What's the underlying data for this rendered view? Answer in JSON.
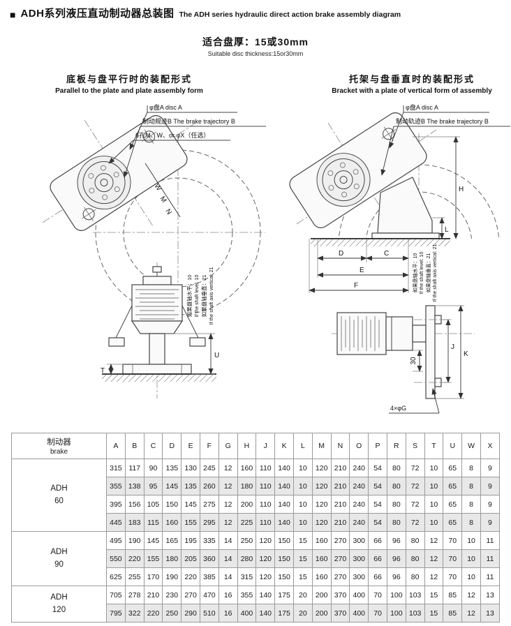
{
  "header": {
    "bullet": "■",
    "title_zh": "ADH系列液压直动制动器总装图",
    "title_en": "The ADH series hydraulic direct action brake assembly diagram"
  },
  "subtitle": {
    "zh": "适合盘厚：15或30mm",
    "en": "Suitable disc thickness:15or30mm"
  },
  "left": {
    "heading_zh": "底板与盘平行时的装配形式",
    "heading_en": "Parallel to the plate and plate assembly form",
    "label_disc": "φ盘A  disc A",
    "label_traj": "制动规迹B The brake trajectory B",
    "label_holes": "6孔M、W、or φX（任选）",
    "note_zh_1": "如果盘轴水平：10",
    "note_en_1": "If the shaft level: 10",
    "note_zh_2": "如果盘轴垂直：21",
    "note_en_2": "If the shaft axis vertical: 21",
    "dims": {
      "w": "W",
      "m": "M",
      "n": "N",
      "u": "U",
      "t": "T"
    }
  },
  "right": {
    "heading_zh": "托架与盘垂直时的装配形式",
    "heading_en": "Bracket with a plate of vertical form of assembly",
    "label_disc": "φ盘A  disc A",
    "label_traj": "制动轨迹B  The brake trajectory B",
    "note_zh_1": "如果盘轴水平：10",
    "note_en_1": "If the shaft level: 10",
    "note_zh_2": "如果盘轴垂直：21",
    "note_en_2": "If the shaft axis vertical: 21",
    "dims": {
      "h": "H",
      "l": "L",
      "d": "D",
      "c": "C",
      "e": "E",
      "f": "F",
      "thirty": "30",
      "j": "J",
      "k": "K",
      "g": "4×φG"
    }
  },
  "table": {
    "brake_zh": "制动器",
    "brake_en": "brake",
    "columns": [
      "A",
      "B",
      "C",
      "D",
      "E",
      "F",
      "G",
      "H",
      "J",
      "K",
      "L",
      "M",
      "N",
      "O",
      "P",
      "R",
      "S",
      "T",
      "U",
      "W",
      "X"
    ],
    "groups": [
      {
        "model": "ADH",
        "size": "60",
        "rows": [
          [
            315,
            117,
            90,
            135,
            130,
            245,
            12,
            160,
            110,
            140,
            10,
            120,
            210,
            240,
            54,
            80,
            72,
            10,
            65,
            8,
            9
          ],
          [
            355,
            138,
            95,
            145,
            135,
            260,
            12,
            180,
            110,
            140,
            10,
            120,
            210,
            240,
            54,
            80,
            72,
            10,
            65,
            8,
            9
          ],
          [
            395,
            156,
            105,
            150,
            145,
            275,
            12,
            200,
            110,
            140,
            10,
            120,
            210,
            240,
            54,
            80,
            72,
            10,
            65,
            8,
            9
          ],
          [
            445,
            183,
            115,
            160,
            155,
            295,
            12,
            225,
            110,
            140,
            10,
            120,
            210,
            240,
            54,
            80,
            72,
            10,
            65,
            8,
            9
          ]
        ]
      },
      {
        "model": "ADH",
        "size": "90",
        "rows": [
          [
            495,
            190,
            145,
            165,
            195,
            335,
            14,
            250,
            120,
            150,
            15,
            160,
            270,
            300,
            66,
            96,
            80,
            12,
            70,
            10,
            11
          ],
          [
            550,
            220,
            155,
            180,
            205,
            360,
            14,
            280,
            120,
            150,
            15,
            160,
            270,
            300,
            66,
            96,
            80,
            12,
            70,
            10,
            11
          ],
          [
            625,
            255,
            170,
            190,
            220,
            385,
            14,
            315,
            120,
            150,
            15,
            160,
            270,
            300,
            66,
            96,
            80,
            12,
            70,
            10,
            11
          ]
        ]
      },
      {
        "model": "ADH",
        "size": "120",
        "rows": [
          [
            705,
            278,
            210,
            230,
            270,
            470,
            16,
            355,
            140,
            175,
            20,
            200,
            370,
            400,
            70,
            100,
            103,
            15,
            85,
            12,
            13
          ],
          [
            795,
            322,
            220,
            250,
            290,
            510,
            16,
            400,
            140,
            175,
            20,
            200,
            370,
            400,
            70,
            100,
            103,
            15,
            85,
            12,
            13
          ]
        ]
      }
    ]
  }
}
